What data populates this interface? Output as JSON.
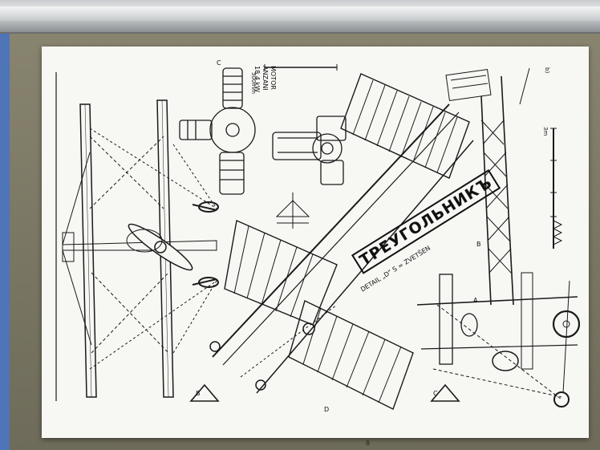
{
  "scene": {
    "subject": "framed technical drawing of an early aircraft under glass",
    "colors": {
      "wall": "#7d7a68",
      "sheet": "#f7f7f4",
      "ink": "#1a1a1a",
      "frame": "#c9cccf",
      "blue_edge": "#4f74b8"
    }
  },
  "drawing": {
    "title": "ТРЕУГОЛЬНИКЪ",
    "detail_label": "DETAIL „D“  S = ZVETŠEN",
    "motor_label_1": "MOTOR",
    "motor_label_2": "ANZANI",
    "motor_label_3": "18,4 kW",
    "scale_label": "500mm",
    "scale_label_2": "3m",
    "corner_label": "b)",
    "section_a": "A",
    "section_b": "B",
    "section_c": "C",
    "section_d": "D",
    "page_number": "8"
  }
}
